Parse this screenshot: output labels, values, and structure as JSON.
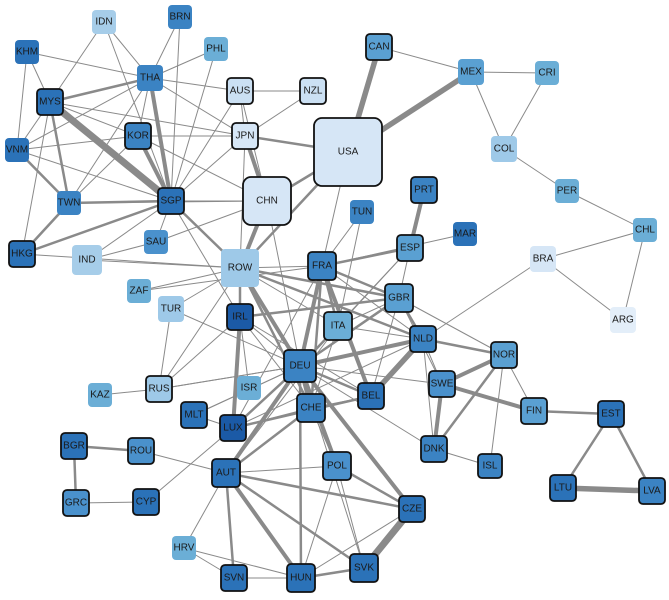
{
  "nodes": [
    {
      "id": "IDN",
      "label": "IDN",
      "color": "#a6cde9",
      "border": false
    },
    {
      "id": "BRN",
      "label": "BRN",
      "color": "#3b83c3",
      "border": false
    },
    {
      "id": "KHM",
      "label": "KHM",
      "color": "#2b72b8",
      "border": false
    },
    {
      "id": "PHL",
      "label": "PHL",
      "color": "#6baed6",
      "border": false
    },
    {
      "id": "THA",
      "label": "THA",
      "color": "#3b83c3",
      "border": false
    },
    {
      "id": "CAN",
      "label": "CAN",
      "color": "#5aa0d2",
      "border": true
    },
    {
      "id": "MEX",
      "label": "MEX",
      "color": "#5aa0d2",
      "border": false
    },
    {
      "id": "CRI",
      "label": "CRI",
      "color": "#6baed6",
      "border": false
    },
    {
      "id": "MYS",
      "label": "MYS",
      "color": "#2b72b8",
      "border": true
    },
    {
      "id": "AUS",
      "label": "AUS",
      "color": "#cbe0f3",
      "border": true
    },
    {
      "id": "NZL",
      "label": "NZL",
      "color": "#cbe0f3",
      "border": true
    },
    {
      "id": "KOR",
      "label": "KOR",
      "color": "#3b83c3",
      "border": true
    },
    {
      "id": "JPN",
      "label": "JPN",
      "color": "#d6e6f6",
      "border": true
    },
    {
      "id": "USA",
      "label": "USA",
      "color": "#d6e6f6",
      "border": true
    },
    {
      "id": "COL",
      "label": "COL",
      "color": "#9ec9e8",
      "border": false
    },
    {
      "id": "VNM",
      "label": "VNM",
      "color": "#2b72b8",
      "border": false
    },
    {
      "id": "PER",
      "label": "PER",
      "color": "#6baed6",
      "border": false
    },
    {
      "id": "PRT",
      "label": "PRT",
      "color": "#3b83c3",
      "border": true
    },
    {
      "id": "SGP",
      "label": "SGP",
      "color": "#2b72b8",
      "border": true
    },
    {
      "id": "CHN",
      "label": "CHN",
      "color": "#d6e6f6",
      "border": true
    },
    {
      "id": "TWN",
      "label": "TWN",
      "color": "#3b83c3",
      "border": false
    },
    {
      "id": "TUN",
      "label": "TUN",
      "color": "#3b83c3",
      "border": false
    },
    {
      "id": "CHL",
      "label": "CHL",
      "color": "#6baed6",
      "border": false
    },
    {
      "id": "ESP",
      "label": "ESP",
      "color": "#5aa0d2",
      "border": true
    },
    {
      "id": "MAR",
      "label": "MAR",
      "color": "#2b72b8",
      "border": false
    },
    {
      "id": "HKG",
      "label": "HKG",
      "color": "#2b72b8",
      "border": true
    },
    {
      "id": "SAU",
      "label": "SAU",
      "color": "#4a91cc",
      "border": false
    },
    {
      "id": "IND",
      "label": "IND",
      "color": "#a6cde9",
      "border": false
    },
    {
      "id": "ROW",
      "label": "ROW",
      "color": "#9ec9e8",
      "border": false
    },
    {
      "id": "FRA",
      "label": "FRA",
      "color": "#3b83c3",
      "border": true
    },
    {
      "id": "BRA",
      "label": "BRA",
      "color": "#d6e6f6",
      "border": false
    },
    {
      "id": "ZAF",
      "label": "ZAF",
      "color": "#6baed6",
      "border": false
    },
    {
      "id": "GBR",
      "label": "GBR",
      "color": "#5aa0d2",
      "border": true
    },
    {
      "id": "TUR",
      "label": "TUR",
      "color": "#9ec9e8",
      "border": false
    },
    {
      "id": "IRL",
      "label": "IRL",
      "color": "#1b5aa6",
      "border": true
    },
    {
      "id": "ITA",
      "label": "ITA",
      "color": "#6baed6",
      "border": true
    },
    {
      "id": "ARG",
      "label": "ARG",
      "color": "#e3eef9",
      "border": false
    },
    {
      "id": "NLD",
      "label": "NLD",
      "color": "#3b83c3",
      "border": true
    },
    {
      "id": "NOR",
      "label": "NOR",
      "color": "#5aa0d2",
      "border": true
    },
    {
      "id": "DEU",
      "label": "DEU",
      "color": "#3b83c3",
      "border": true
    },
    {
      "id": "KAZ",
      "label": "KAZ",
      "color": "#6baed6",
      "border": false
    },
    {
      "id": "RUS",
      "label": "RUS",
      "color": "#9ec9e8",
      "border": true
    },
    {
      "id": "ISR",
      "label": "ISR",
      "color": "#6baed6",
      "border": false
    },
    {
      "id": "SWE",
      "label": "SWE",
      "color": "#4a91cc",
      "border": true
    },
    {
      "id": "BEL",
      "label": "BEL",
      "color": "#2b72b8",
      "border": true
    },
    {
      "id": "FIN",
      "label": "FIN",
      "color": "#5aa0d2",
      "border": true
    },
    {
      "id": "EST",
      "label": "EST",
      "color": "#2b72b8",
      "border": true
    },
    {
      "id": "MLT",
      "label": "MLT",
      "color": "#2b72b8",
      "border": true
    },
    {
      "id": "CHE",
      "label": "CHE",
      "color": "#3b83c3",
      "border": true
    },
    {
      "id": "LUX",
      "label": "LUX",
      "color": "#1b5aa6",
      "border": true
    },
    {
      "id": "BGR",
      "label": "BGR",
      "color": "#2b72b8",
      "border": true
    },
    {
      "id": "ROU",
      "label": "ROU",
      "color": "#4a91cc",
      "border": true
    },
    {
      "id": "DNK",
      "label": "DNK",
      "color": "#3b83c3",
      "border": true
    },
    {
      "id": "POL",
      "label": "POL",
      "color": "#4a91cc",
      "border": true
    },
    {
      "id": "ISL",
      "label": "ISL",
      "color": "#3b83c3",
      "border": true
    },
    {
      "id": "AUT",
      "label": "AUT",
      "color": "#2b72b8",
      "border": true
    },
    {
      "id": "GRC",
      "label": "GRC",
      "color": "#4a91cc",
      "border": true
    },
    {
      "id": "CYP",
      "label": "CYP",
      "color": "#2b72b8",
      "border": true
    },
    {
      "id": "LTU",
      "label": "LTU",
      "color": "#2b72b8",
      "border": true
    },
    {
      "id": "LVA",
      "label": "LVA",
      "color": "#3b83c3",
      "border": true
    },
    {
      "id": "CZE",
      "label": "CZE",
      "color": "#2b72b8",
      "border": true
    },
    {
      "id": "HRV",
      "label": "HRV",
      "color": "#6baed6",
      "border": false
    },
    {
      "id": "SVK",
      "label": "SVK",
      "color": "#2b72b8",
      "border": true
    },
    {
      "id": "SVN",
      "label": "SVN",
      "color": "#2b72b8",
      "border": true
    },
    {
      "id": "HUN",
      "label": "HUN",
      "color": "#2b72b8",
      "border": true
    }
  ],
  "edges": [
    [
      "IDN",
      "MYS",
      1
    ],
    [
      "IDN",
      "THA",
      1
    ],
    [
      "IDN",
      "SGP",
      1
    ],
    [
      "BRN",
      "THA",
      1
    ],
    [
      "BRN",
      "SGP",
      1
    ],
    [
      "KHM",
      "MYS",
      1
    ],
    [
      "KHM",
      "THA",
      1
    ],
    [
      "KHM",
      "VNM",
      1
    ],
    [
      "PHL",
      "THA",
      1
    ],
    [
      "PHL",
      "SGP",
      1
    ],
    [
      "THA",
      "MYS",
      2
    ],
    [
      "THA",
      "SGP",
      3
    ],
    [
      "THA",
      "AUS",
      1
    ],
    [
      "THA",
      "TWN",
      1
    ],
    [
      "THA",
      "KOR",
      1
    ],
    [
      "THA",
      "JPN",
      1
    ],
    [
      "THA",
      "VNM",
      1
    ],
    [
      "MYS",
      "SGP",
      5
    ],
    [
      "MYS",
      "VNM",
      1
    ],
    [
      "MYS",
      "TWN",
      2
    ],
    [
      "MYS",
      "KOR",
      1
    ],
    [
      "MYS",
      "HKG",
      1
    ],
    [
      "MYS",
      "JPN",
      1
    ],
    [
      "VNM",
      "TWN",
      2
    ],
    [
      "VNM",
      "SGP",
      1
    ],
    [
      "VNM",
      "KOR",
      1
    ],
    [
      "KOR",
      "SGP",
      3
    ],
    [
      "KOR",
      "JPN",
      1
    ],
    [
      "KOR",
      "CHN",
      1
    ],
    [
      "KOR",
      "TWN",
      1
    ],
    [
      "TWN",
      "SGP",
      2
    ],
    [
      "TWN",
      "HKG",
      2
    ],
    [
      "TWN",
      "CHN",
      1
    ],
    [
      "AUS",
      "NZL",
      1
    ],
    [
      "AUS",
      "JPN",
      1
    ],
    [
      "AUS",
      "SGP",
      1
    ],
    [
      "AUS",
      "CHN",
      1
    ],
    [
      "NZL",
      "JPN",
      1
    ],
    [
      "JPN",
      "CHN",
      3
    ],
    [
      "JPN",
      "USA",
      2
    ],
    [
      "JPN",
      "SGP",
      1
    ],
    [
      "JPN",
      "ROW",
      1
    ],
    [
      "CHN",
      "USA",
      2
    ],
    [
      "CHN",
      "ROW",
      3
    ],
    [
      "CHN",
      "SGP",
      1
    ],
    [
      "CHN",
      "SAU",
      1
    ],
    [
      "CHN",
      "DEU",
      1
    ],
    [
      "USA",
      "CAN",
      4
    ],
    [
      "USA",
      "MEX",
      4
    ],
    [
      "USA",
      "ROW",
      2
    ],
    [
      "USA",
      "FRA",
      1
    ],
    [
      "MEX",
      "CRI",
      1
    ],
    [
      "MEX",
      "COL",
      1
    ],
    [
      "CAN",
      "MEX",
      1
    ],
    [
      "COL",
      "CRI",
      1
    ],
    [
      "COL",
      "PER",
      1
    ],
    [
      "PER",
      "CHL",
      1
    ],
    [
      "CHL",
      "BRA",
      1
    ],
    [
      "CHL",
      "ARG",
      1
    ],
    [
      "BRA",
      "ARG",
      1
    ],
    [
      "BRA",
      "NLD",
      1
    ],
    [
      "SGP",
      "HKG",
      2
    ],
    [
      "SGP",
      "IND",
      1
    ],
    [
      "SGP",
      "SAU",
      1
    ],
    [
      "SGP",
      "ROW",
      2
    ],
    [
      "SGP",
      "IRL",
      1
    ],
    [
      "SAU",
      "IND",
      1
    ],
    [
      "ROW",
      "IND",
      1
    ],
    [
      "ROW",
      "ZAF",
      1
    ],
    [
      "ROW",
      "TUR",
      1
    ],
    [
      "ROW",
      "FRA",
      1
    ],
    [
      "ROW",
      "DEU",
      3
    ],
    [
      "ROW",
      "GBR",
      2
    ],
    [
      "ROW",
      "IRL",
      2
    ],
    [
      "ROW",
      "ITA",
      1
    ],
    [
      "ROW",
      "NLD",
      2
    ],
    [
      "ROW",
      "RUS",
      1
    ],
    [
      "ROW",
      "CHE",
      2
    ],
    [
      "ROW",
      "HKG",
      1
    ],
    [
      "ZAF",
      "FRA",
      1
    ],
    [
      "TUR",
      "RUS",
      1
    ],
    [
      "TUR",
      "DEU",
      1
    ],
    [
      "FRA",
      "DEU",
      3
    ],
    [
      "FRA",
      "ESP",
      2
    ],
    [
      "FRA",
      "ITA",
      2
    ],
    [
      "FRA",
      "GBR",
      2
    ],
    [
      "FRA",
      "BEL",
      3
    ],
    [
      "FRA",
      "CHE",
      2
    ],
    [
      "FRA",
      "TUN",
      1
    ],
    [
      "FRA",
      "MAR",
      1
    ],
    [
      "FRA",
      "LUX",
      1
    ],
    [
      "FRA",
      "NLD",
      1
    ],
    [
      "PRT",
      "ESP",
      3
    ],
    [
      "ESP",
      "ITA",
      1
    ],
    [
      "ESP",
      "DEU",
      1
    ],
    [
      "ESP",
      "GBR",
      1
    ],
    [
      "TUN",
      "ITA",
      1
    ],
    [
      "GBR",
      "DEU",
      2
    ],
    [
      "GBR",
      "NLD",
      2
    ],
    [
      "GBR",
      "IRL",
      2
    ],
    [
      "GBR",
      "ITA",
      1
    ],
    [
      "GBR",
      "BEL",
      1
    ],
    [
      "GBR",
      "SWE",
      1
    ],
    [
      "GBR",
      "NOR",
      1
    ],
    [
      "IRL",
      "DEU",
      1
    ],
    [
      "IRL",
      "LUX",
      3
    ],
    [
      "IRL",
      "BEL",
      1
    ],
    [
      "IRL",
      "CHE",
      1
    ],
    [
      "ITA",
      "DEU",
      2
    ],
    [
      "ITA",
      "CHE",
      1
    ],
    [
      "ITA",
      "AUT",
      1
    ],
    [
      "ITA",
      "NLD",
      1
    ],
    [
      "NLD",
      "DEU",
      3
    ],
    [
      "NLD",
      "BEL",
      4
    ],
    [
      "NLD",
      "NOR",
      2
    ],
    [
      "NLD",
      "SWE",
      1
    ],
    [
      "NLD",
      "DNK",
      1
    ],
    [
      "NLD",
      "LUX",
      1
    ],
    [
      "NOR",
      "SWE",
      3
    ],
    [
      "NOR",
      "DNK",
      2
    ],
    [
      "NOR",
      "FIN",
      1
    ],
    [
      "NOR",
      "ISL",
      1
    ],
    [
      "SWE",
      "FIN",
      3
    ],
    [
      "SWE",
      "DNK",
      3
    ],
    [
      "SWE",
      "DEU",
      1
    ],
    [
      "FIN",
      "EST",
      2
    ],
    [
      "EST",
      "LTU",
      2
    ],
    [
      "EST",
      "LVA",
      2
    ],
    [
      "LTU",
      "LVA",
      4
    ],
    [
      "DEU",
      "CHE",
      3
    ],
    [
      "DEU",
      "AUT",
      3
    ],
    [
      "DEU",
      "POL",
      3
    ],
    [
      "DEU",
      "CZE",
      3
    ],
    [
      "DEU",
      "BEL",
      2
    ],
    [
      "DEU",
      "LUX",
      2
    ],
    [
      "DEU",
      "HUN",
      2
    ],
    [
      "DEU",
      "RUS",
      1
    ],
    [
      "DEU",
      "DNK",
      1
    ],
    [
      "DEU",
      "SVK",
      1
    ],
    [
      "DEU",
      "MLT",
      1
    ],
    [
      "DNK",
      "ISL",
      1
    ],
    [
      "KAZ",
      "RUS",
      1
    ],
    [
      "RUS",
      "DEU",
      1
    ],
    [
      "RUS",
      "IRL",
      1
    ],
    [
      "ISR",
      "IRL",
      1
    ],
    [
      "BEL",
      "LUX",
      2
    ],
    [
      "BEL",
      "CHE",
      1
    ],
    [
      "MLT",
      "LUX",
      1
    ],
    [
      "MLT",
      "DEU",
      1
    ],
    [
      "CHE",
      "AUT",
      2
    ],
    [
      "CHE",
      "LUX",
      1
    ],
    [
      "CHE",
      "POL",
      1
    ],
    [
      "BGR",
      "ROU",
      2
    ],
    [
      "BGR",
      "GRC",
      2
    ],
    [
      "ROU",
      "AUT",
      1
    ],
    [
      "GRC",
      "CYP",
      1
    ],
    [
      "CYP",
      "LUX",
      1
    ],
    [
      "POL",
      "CZE",
      2
    ],
    [
      "POL",
      "AUT",
      1
    ],
    [
      "POL",
      "SVK",
      1
    ],
    [
      "POL",
      "HUN",
      1
    ],
    [
      "AUT",
      "HUN",
      3
    ],
    [
      "AUT",
      "SVN",
      2
    ],
    [
      "AUT",
      "CZE",
      2
    ],
    [
      "AUT",
      "SVK",
      2
    ],
    [
      "AUT",
      "HRV",
      1
    ],
    [
      "CZE",
      "SVK",
      5
    ],
    [
      "CZE",
      "HUN",
      1
    ],
    [
      "SVK",
      "HUN",
      2
    ],
    [
      "SVN",
      "HRV",
      1
    ],
    [
      "SVN",
      "HUN",
      1
    ],
    [
      "HRV",
      "HUN",
      1
    ]
  ]
}
